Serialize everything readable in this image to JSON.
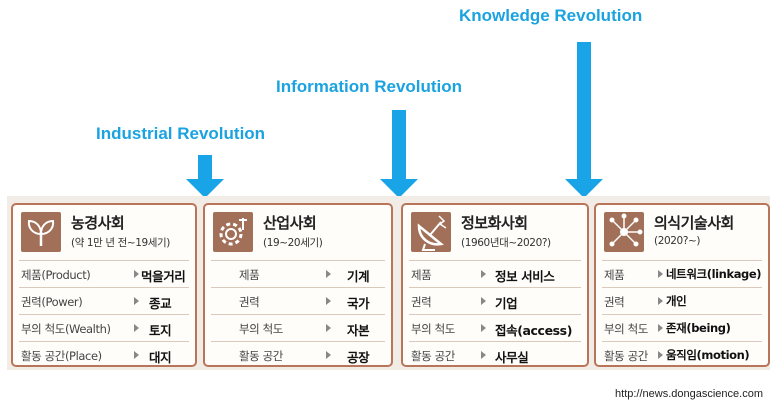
{
  "revolutions": {
    "industrial": "Industrial Revolution",
    "information": "Information Revolution",
    "knowledge": "Knowledge Revolution"
  },
  "accent_color": "#18a4e6",
  "card_border_color": "#b9755a",
  "cards": [
    {
      "title": "농경사회",
      "subtitle": "(약 1만 년 전~19세기)",
      "icon": "sprout-icon",
      "rows": [
        {
          "key": "제품(Product)",
          "value": "먹을거리"
        },
        {
          "key": "권력(Power)",
          "value": "종교"
        },
        {
          "key": "부의 척도(Wealth)",
          "value": "토지"
        },
        {
          "key": "활동 공간(Place)",
          "value": "대지"
        }
      ]
    },
    {
      "title": "산업사회",
      "subtitle": "(19~20세기)",
      "icon": "gear-icon",
      "rows": [
        {
          "key": "제품",
          "value": "기계"
        },
        {
          "key": "권력",
          "value": "국가"
        },
        {
          "key": "부의 척도",
          "value": "자본"
        },
        {
          "key": "활동 공간",
          "value": "공장"
        }
      ]
    },
    {
      "title": "정보화사회",
      "subtitle": "(1960년대~2020?)",
      "icon": "satellite-dish-icon",
      "rows": [
        {
          "key": "제품",
          "value": "정보 서비스"
        },
        {
          "key": "권력",
          "value": "기업"
        },
        {
          "key": "부의 척도",
          "value": "접속(access)"
        },
        {
          "key": "활동 공간",
          "value": "사무실"
        }
      ]
    },
    {
      "title": "의식기술사회",
      "subtitle": "(2020?~)",
      "icon": "network-icon",
      "rows": [
        {
          "key": "제품",
          "value": "네트워크(linkage)"
        },
        {
          "key": "권력",
          "value": "개인"
        },
        {
          "key": "부의 척도",
          "value": "존재(being)"
        },
        {
          "key": "활동 공간",
          "value": "움직임(motion)"
        }
      ]
    }
  ],
  "source": "http://news.dongascience.com"
}
